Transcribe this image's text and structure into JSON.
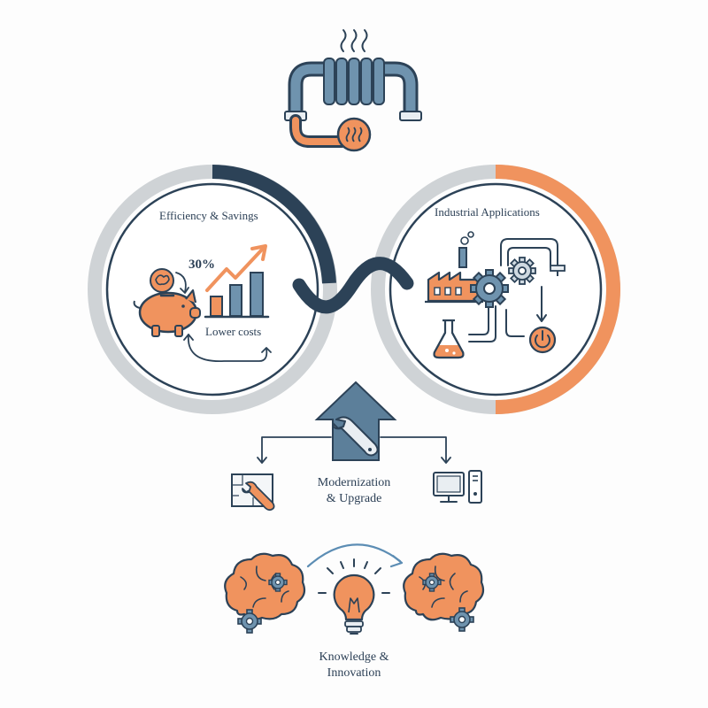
{
  "sections": {
    "efficiency": {
      "title": "Efficiency & Savings",
      "stat": "30%",
      "caption": "Lower costs"
    },
    "industrial": {
      "title": "Industrial Applications"
    },
    "modernization": {
      "line1": "Modernization",
      "line2": "& Upgrade"
    },
    "knowledge": {
      "line1": "Knowledge &",
      "line2": "Innovation"
    }
  },
  "colors": {
    "navy": "#2c4257",
    "steel": "#5c7f9a",
    "orange": "#f0935e",
    "gray": "#cfd3d6",
    "ink": "#2b3f55"
  },
  "icons": [
    "radiator-pipe-icon",
    "piggy-bank-icon",
    "coin-icon",
    "bar-chart-icon",
    "trend-arrow-icon",
    "factory-icon",
    "gear-icon",
    "flask-icon",
    "valve-icon",
    "power-icon",
    "upgrade-arrow-icon",
    "wrench-icon",
    "blueprint-icon",
    "computer-icon",
    "brain-icon",
    "lightbulb-icon"
  ]
}
